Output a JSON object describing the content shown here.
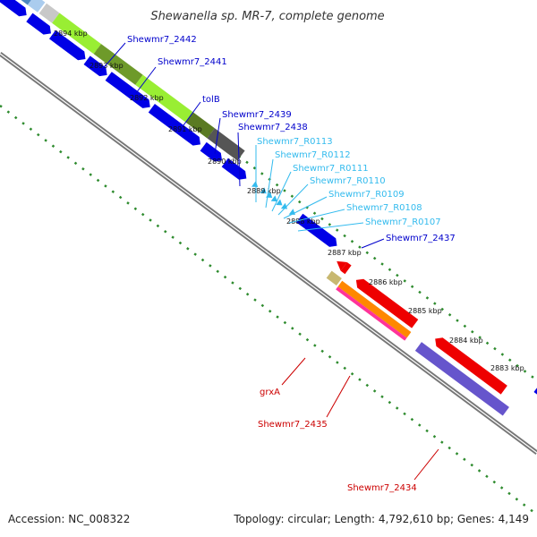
{
  "title": "Shewanella sp. MR-7, complete genome",
  "footer": {
    "accession": "Accession: NC_008322",
    "summary": "Topology: circular; Length: 4,792,610 bp; Genes: 4,149"
  },
  "colors": {
    "backbone": "#8a8a8a",
    "dotted_ring": "#2e8b2e",
    "tick_text": "#111111",
    "cds_forward": "#0000e6",
    "cds_reverse": "#ee0000",
    "label_blue": "#0000cc",
    "label_cyan": "#33bbee",
    "label_red": "#cc0000"
  },
  "ticks": [
    "2894 kbp",
    "2893 kbp",
    "2892 kbp",
    "2891 kbp",
    "2890 kbp",
    "2889 kbp",
    "2888 kbp",
    "2887 kbp",
    "2886 kbp",
    "2885 kbp",
    "2884 kbp",
    "2883 kbp"
  ],
  "gene_labels": [
    "Shewmr7_2442",
    "Shewmr7_2441",
    "tolB",
    "Shewmr7_2439",
    "Shewmr7_2438",
    "Shewmr7_R0113",
    "Shewmr7_R0112",
    "Shewmr7_R0111",
    "Shewmr7_R0110",
    "Shewmr7_R0109",
    "Shewmr7_R0108",
    "Shewmr7_R0107",
    "Shewmr7_2437",
    "grxA",
    "Shewmr7_2435",
    "Shewmr7_2434"
  ]
}
